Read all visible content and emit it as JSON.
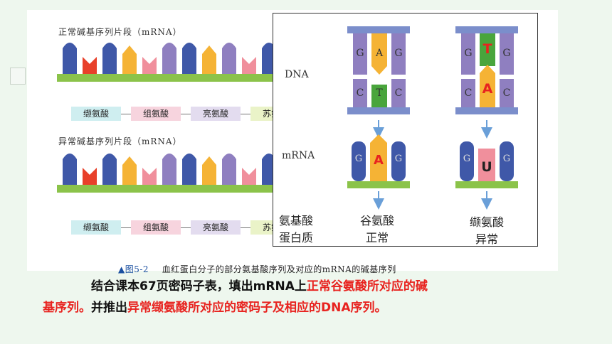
{
  "figure": {
    "normal_title": "正常碱基序列片段（mRNA）",
    "abnormal_title": "异常碱基序列片段（mRNA）",
    "normal_amino": [
      "缬氨酸",
      "组氨酸",
      "亮氨酸",
      "苏氨酸"
    ],
    "abnormal_amino": [
      "缬氨酸",
      "组氨酸",
      "亮氨酸",
      "苏氨酸"
    ],
    "caption_fig": "▲图5-2",
    "caption_text": "血红蛋白分子的部分氨基酸序列及对应的mRNA的碱基序列",
    "amino_colors": [
      "#cfeef0",
      "#f7d4de",
      "#e3dcef",
      "#eaf3c8"
    ]
  },
  "inset": {
    "label_dna": "DNA",
    "label_mrna": "mRNA",
    "label_amino": "氨基酸",
    "label_protein": "蛋白质",
    "normal": {
      "dna_top": [
        "G",
        "A",
        "G"
      ],
      "dna_bottom": [
        "C",
        "T",
        "C"
      ],
      "mrna": [
        "G",
        "A",
        "G"
      ],
      "amino": "谷氨酸",
      "status": "正常"
    },
    "abnormal": {
      "dna_top": [
        "G",
        "T",
        "G"
      ],
      "dna_bottom": [
        "C",
        "A",
        "C"
      ],
      "mrna": [
        "G",
        "U",
        "G"
      ],
      "amino": "缬氨酸",
      "status": "异常"
    }
  },
  "task": {
    "line1_plain": "结合课本67页密码子表，填出mRNA上",
    "line1_red": "正常谷氨酸所对应的碱",
    "line2_red_a": "基序列。",
    "line2_plain": "并推出",
    "line2_red_b": "异常缬氨酸所对应的密码子及相应的DNA序列。"
  },
  "colors": {
    "slide_bg": "#eef7ee",
    "green_bar": "#8bc34a",
    "blue_bar": "#7b8ecb",
    "highlight_red": "#e8231f",
    "base_blue": "#3f58a8",
    "base_red": "#e8402a",
    "base_yellow": "#f5b335",
    "base_green": "#49a53c",
    "base_purple": "#8f7fc0",
    "base_pink": "#f08f9c"
  }
}
